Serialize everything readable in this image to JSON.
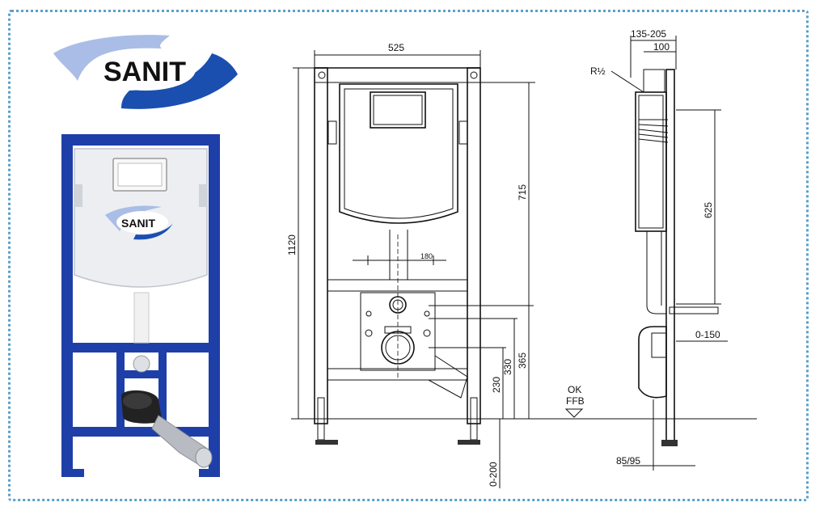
{
  "brand": {
    "name": "SANIT",
    "colors": {
      "dark_blue": "#1a4fb0",
      "light_blue": "#a9bde6",
      "frame_blue": "#1f3fa8",
      "border": "#5aa0c8"
    }
  },
  "product_photo": {
    "logo_text": "SANIT"
  },
  "front_view": {
    "width_label": "525",
    "height_label": "1120",
    "cistern_label": "715",
    "spacing_label": "180",
    "outlet_label_1": "230",
    "outlet_label_2": "330",
    "outlet_label_3": "365",
    "adjust_label": "0-200",
    "ok_label": "OK",
    "ffb_label": "FFB"
  },
  "side_view": {
    "depth_label_1": "135-205",
    "depth_label_2": "100",
    "connection_label": "R½",
    "cistern_height_label": "625",
    "range_label": "0-150",
    "bottom_label": "85/95"
  }
}
